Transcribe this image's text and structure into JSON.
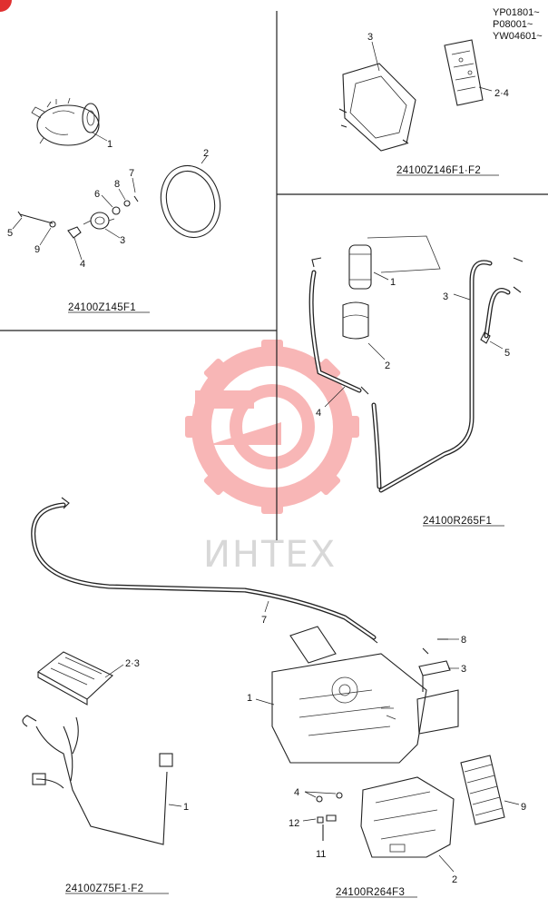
{
  "serials": [
    "YP01801~",
    "P08001~",
    "YW04601~"
  ],
  "groups": {
    "compressor": {
      "code": "24100Z145F1",
      "labels": [
        "1",
        "2",
        "3",
        "4",
        "5",
        "6",
        "7",
        "8",
        "9"
      ]
    },
    "controller": {
      "code": "24100Z146F1·F2",
      "labels": [
        "3",
        "2·4"
      ]
    },
    "receiver": {
      "code": "24100R265F1",
      "labels": [
        "1",
        "2",
        "3",
        "4",
        "5"
      ]
    },
    "harness": {
      "code": "24100Z75F1·F2",
      "labels": [
        "2·3",
        "1"
      ]
    },
    "unit": {
      "code": "24100R264F3",
      "labels": [
        "7",
        "8",
        "3",
        "1",
        "4",
        "12",
        "11",
        "9",
        "2"
      ]
    }
  },
  "watermark": "ИНТЕХ",
  "colors": {
    "watermark_gear": "#f08080",
    "watermark_text": "#cfcfcf",
    "line": "#222222"
  }
}
